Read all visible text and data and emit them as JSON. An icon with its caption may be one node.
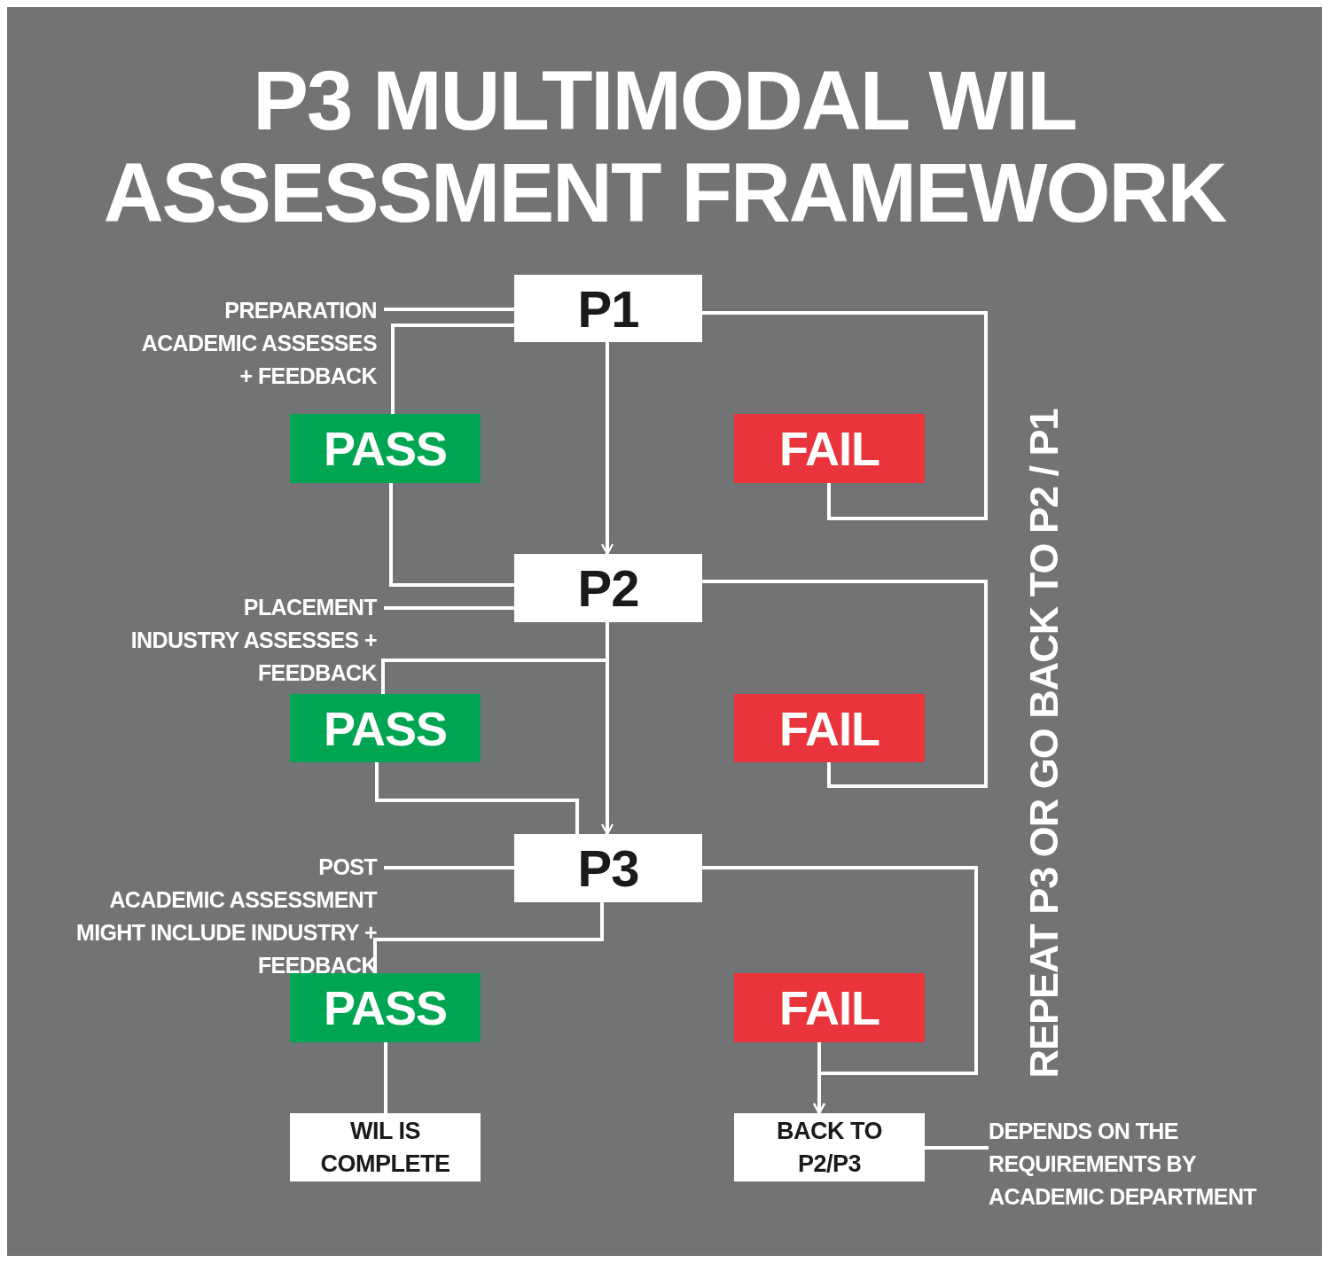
{
  "diagram": {
    "title": "P3 MULTIMODAL WIL ASSESSMENT FRAMEWORK",
    "nodes": [
      {
        "text": [
          "P1"
        ]
      },
      {
        "text": [
          "PREPARATION",
          "ACADEMIC ASSESSES + FEEDBACK"
        ]
      },
      {
        "text": [
          "PASS"
        ]
      },
      {
        "text": [
          "FAIL"
        ]
      },
      {
        "text": [
          "P2"
        ]
      },
      {
        "text": [
          "PLACEMENT",
          "INDUSTRY ASSESSES + FEEDBACK"
        ]
      },
      {
        "text": [
          "PASS"
        ]
      },
      {
        "text": [
          "FAIL"
        ]
      },
      {
        "text": [
          "P3"
        ]
      },
      {
        "text": [
          "POST",
          "ACADEMIC ASSESSMENT MIGHT INCLUDE INDUSTRY + FEEDBACK"
        ]
      },
      {
        "text": [
          "PASS"
        ]
      },
      {
        "text": [
          "FAIL"
        ]
      },
      {
        "text": [
          "WIL IS COMPLETE"
        ]
      },
      {
        "text": [
          "BACK TO P2/P3"
        ]
      },
      {
        "text": [
          "DEPENDS ON THE REQUIREMENTS BY ACADEMIC DEPARTMENT"
        ]
      }
    ],
    "edges": [
      {
        "from": 1,
        "to": 0,
        "arrow": "none"
      },
      {
        "from": 0,
        "to": 2,
        "arrow": "none"
      },
      {
        "from": 2,
        "to": 4,
        "arrow": "none"
      },
      {
        "from": 0,
        "to": 4,
        "arrow": "to"
      },
      {
        "from": 0,
        "to": 3,
        "arrow": "none"
      },
      {
        "from": 5,
        "to": 4,
        "arrow": "none"
      },
      {
        "from": 4,
        "to": 6,
        "arrow": "none"
      },
      {
        "from": 4,
        "to": 8,
        "arrow": "to"
      },
      {
        "from": 6,
        "to": 8,
        "arrow": "none"
      },
      {
        "from": 4,
        "to": 7,
        "arrow": "none"
      },
      {
        "from": 9,
        "to": 8,
        "arrow": "none"
      },
      {
        "from": 8,
        "to": 10,
        "arrow": "none"
      },
      {
        "from": 10,
        "to": 12,
        "arrow": "none"
      },
      {
        "from": 8,
        "to": 13,
        "arrow": "to"
      },
      {
        "from": 11,
        "to": 13,
        "arrow": "to"
      },
      {
        "from": 13,
        "to": 14,
        "arrow": "none"
      }
    ],
    "labels": [
      "REPEAT P3 OR GO BACK TO P2 / P1"
    ]
  }
}
